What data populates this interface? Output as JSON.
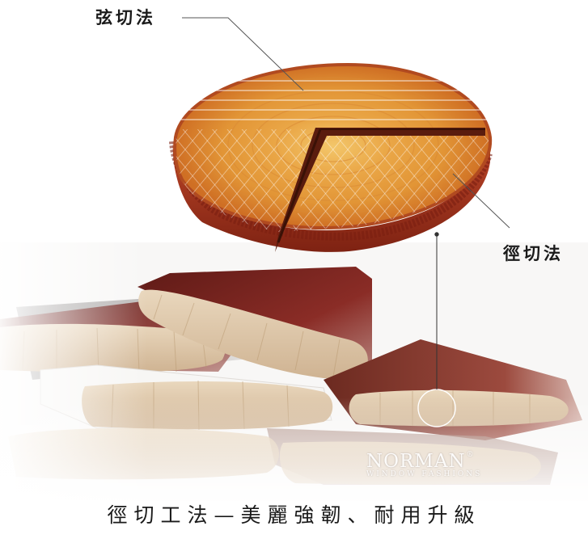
{
  "labels": {
    "tangential_cut": "弦切法",
    "radial_cut": "徑切法"
  },
  "caption": "徑切工法—美麗強韌、耐用升級",
  "watermark": {
    "brand": "NORMAN",
    "reg_mark": "®",
    "subline": "WINDOW FASHIONS"
  },
  "colors": {
    "bark_red": "#a8321c",
    "wood_core": "#e9a440",
    "wood_light": "#f0d6a8",
    "slat_dark_red": "#7a2a24",
    "slat_mahogany": "#8a3a30",
    "slat_end_grain": "#dcc3a1",
    "text": "#1a1a1a"
  }
}
